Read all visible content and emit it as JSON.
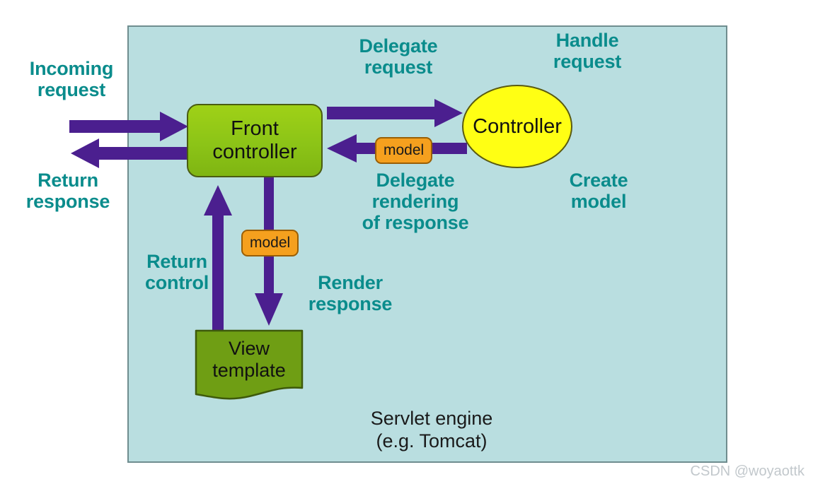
{
  "diagram": {
    "title": "Front controller / MVC request flow",
    "container": {
      "name": "servlet-engine",
      "caption": "Servlet engine\n(e.g. Tomcat)",
      "fill": "#b9dee0",
      "border": "#6f8d8f"
    },
    "nodes": {
      "front_controller": {
        "label": "Front\ncontroller",
        "fill": "#8cc417",
        "border": "#4a5c12"
      },
      "controller": {
        "label": "Controller",
        "fill": "#ffff14",
        "border": "#5a5a10"
      },
      "view_template": {
        "label": "View\ntemplate",
        "fill": "#6f9e14",
        "border": "#3e5a0b"
      }
    },
    "badges": [
      {
        "name": "model-badge-controller",
        "label": "model",
        "fill": "#f5a01e",
        "border": "#9a5f06"
      },
      {
        "name": "model-badge-view",
        "label": "model",
        "fill": "#f5a01e",
        "border": "#9a5f06"
      }
    ],
    "flow_labels": [
      {
        "name": "incoming-request",
        "text": "Incoming\nrequest"
      },
      {
        "name": "return-response",
        "text": "Return\nresponse"
      },
      {
        "name": "delegate-request",
        "text": "Delegate\nrequest"
      },
      {
        "name": "handle-request",
        "text": "Handle\nrequest"
      },
      {
        "name": "delegate-rendering-of-response",
        "text": "Delegate\nrendering\nof response"
      },
      {
        "name": "create-model",
        "text": "Create\nmodel"
      },
      {
        "name": "return-control",
        "text": "Return\ncontrol"
      },
      {
        "name": "render-response",
        "text": "Render\nresponse"
      }
    ],
    "arrows": [
      {
        "name": "arrow-incoming-request",
        "from": "outside-left",
        "to": "front-controller",
        "direction": "right"
      },
      {
        "name": "arrow-return-response",
        "from": "front-controller",
        "to": "outside-left",
        "direction": "left"
      },
      {
        "name": "arrow-delegate-request",
        "from": "front-controller",
        "to": "controller",
        "direction": "right"
      },
      {
        "name": "arrow-model-to-front-controller",
        "from": "controller",
        "to": "front-controller",
        "direction": "left"
      },
      {
        "name": "arrow-return-control",
        "from": "view-template",
        "to": "front-controller",
        "direction": "up"
      },
      {
        "name": "arrow-render-response",
        "from": "front-controller",
        "to": "view-template",
        "direction": "down"
      }
    ],
    "colors": {
      "arrow": "#4b1f8f",
      "label_teal": "#0a8c8c",
      "background": "#ffffff"
    },
    "watermark": "CSDN @woyaottk"
  }
}
